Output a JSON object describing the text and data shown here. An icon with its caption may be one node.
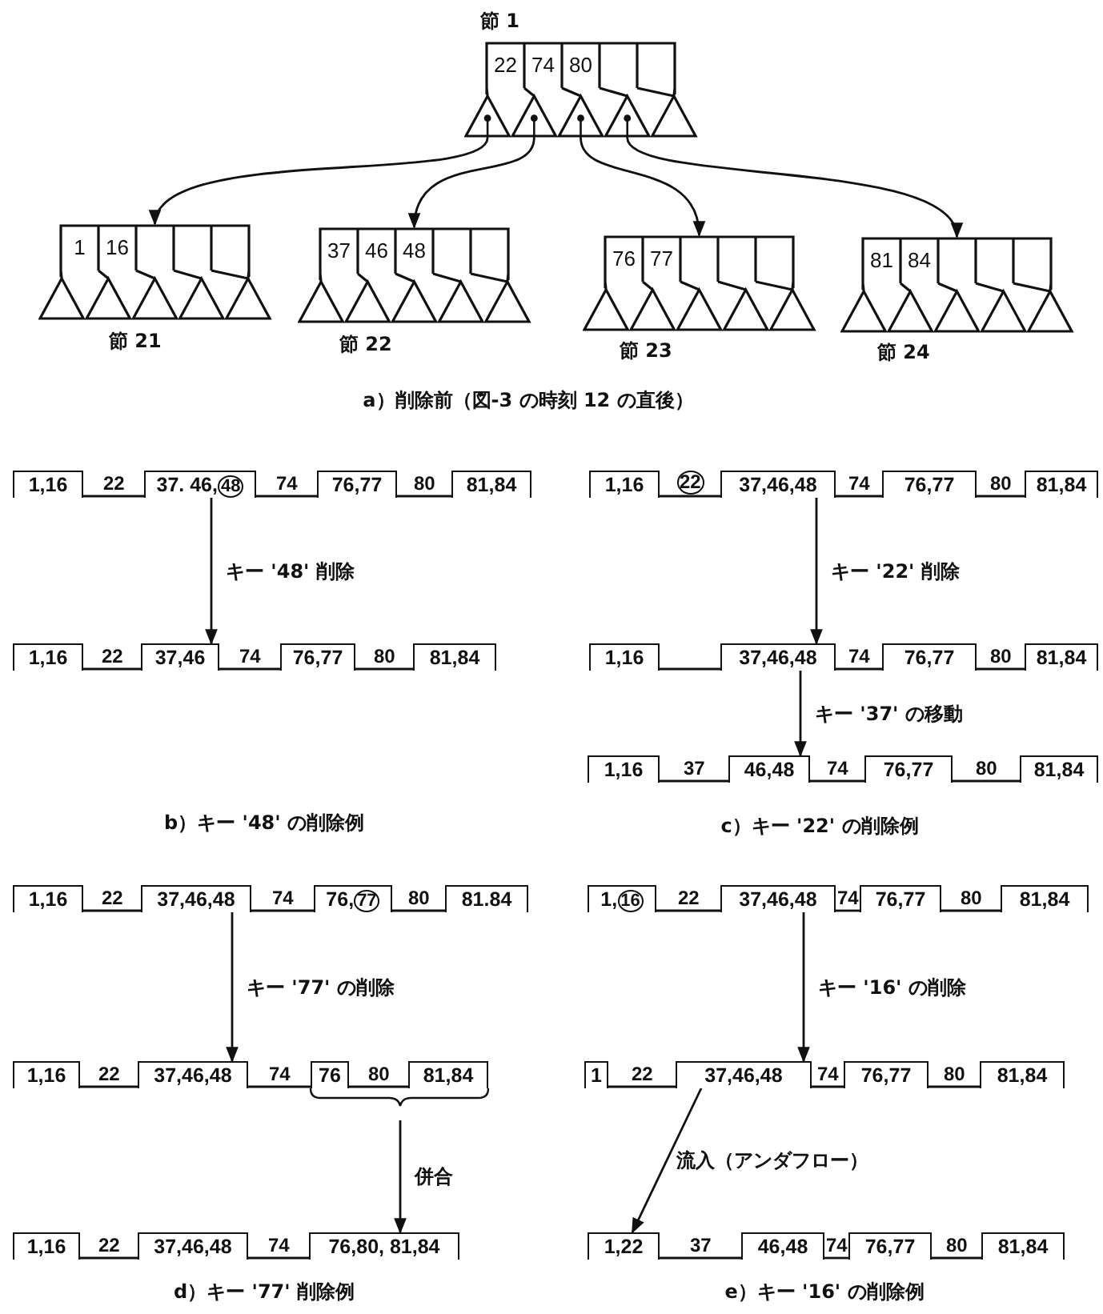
{
  "diagram": {
    "nodes": [
      {
        "text": [
          "22",
          "74",
          "80"
        ],
        "beside": [
          "節 1"
        ]
      },
      {
        "text": [
          "1",
          "16"
        ],
        "beside": [
          "節 21"
        ]
      },
      {
        "text": [
          "37",
          "46",
          "48"
        ],
        "beside": [
          "節 22"
        ]
      },
      {
        "text": [
          "76",
          "77"
        ],
        "beside": [
          "節 23"
        ]
      },
      {
        "text": [
          "81",
          "84"
        ],
        "beside": [
          "節 24"
        ]
      },
      {
        "text": [
          "1,16"
        ]
      },
      {
        "text": [
          "37. 46,",
          "48"
        ]
      },
      {
        "text": [
          "76,77"
        ]
      },
      {
        "text": [
          "81,84"
        ]
      },
      {
        "text": [
          "1,16"
        ]
      },
      {
        "text": [
          "37,46"
        ]
      },
      {
        "text": [
          "76,77"
        ]
      },
      {
        "text": [
          "81,84"
        ]
      },
      {
        "text": [
          "1,16"
        ]
      },
      {
        "text": [
          "37,46,48"
        ]
      },
      {
        "text": [
          "76,77"
        ]
      },
      {
        "text": [
          "81,84"
        ]
      },
      {
        "text": [
          "1,16"
        ]
      },
      {
        "text": [
          "37,46,48"
        ]
      },
      {
        "text": [
          "76,77"
        ]
      },
      {
        "text": [
          "81,84"
        ]
      },
      {
        "text": [
          "1,16"
        ]
      },
      {
        "text": [
          "46,48"
        ]
      },
      {
        "text": [
          "76,77"
        ]
      },
      {
        "text": [
          "81,84"
        ]
      },
      {
        "text": [
          "1,16"
        ]
      },
      {
        "text": [
          "37,46,48"
        ]
      },
      {
        "text": [
          "76,",
          "77"
        ]
      },
      {
        "text": [
          "81.84"
        ]
      },
      {
        "text": [
          "1,16"
        ]
      },
      {
        "text": [
          "37,46,48"
        ]
      },
      {
        "text": [
          "76"
        ]
      },
      {
        "text": [
          "81,84"
        ]
      },
      {
        "text": [
          "1,16"
        ]
      },
      {
        "text": [
          "37,46,48"
        ]
      },
      {
        "text": [
          "76,80, 81,84"
        ]
      },
      {
        "text": [
          "1,",
          "16"
        ]
      },
      {
        "text": [
          "37,46,48"
        ]
      },
      {
        "text": [
          "76,77"
        ]
      },
      {
        "text": [
          "81,84"
        ]
      },
      {
        "text": [
          "1"
        ]
      },
      {
        "text": [
          "37,46,48"
        ]
      },
      {
        "text": [
          "76,77"
        ]
      },
      {
        "text": [
          "81,84"
        ]
      },
      {
        "text": [
          "1,22"
        ]
      },
      {
        "text": [
          "46,48"
        ]
      },
      {
        "text": [
          "76,77"
        ]
      },
      {
        "text": [
          "81,84"
        ]
      }
    ],
    "edges": [
      {
        "from": 0,
        "to": 1,
        "arrow": "to"
      },
      {
        "from": 0,
        "to": 2,
        "arrow": "to"
      },
      {
        "from": 0,
        "to": 3,
        "arrow": "to"
      },
      {
        "from": 0,
        "to": 4,
        "arrow": "to"
      },
      {
        "from": 5,
        "to": 6,
        "arrow": "none",
        "label": "22"
      },
      {
        "from": 6,
        "to": 7,
        "arrow": "none",
        "label": "74"
      },
      {
        "from": 7,
        "to": 8,
        "arrow": "none",
        "label": "80"
      },
      {
        "from": 9,
        "to": 10,
        "arrow": "none",
        "label": "22"
      },
      {
        "from": 10,
        "to": 11,
        "arrow": "none",
        "label": "74"
      },
      {
        "from": 11,
        "to": 12,
        "arrow": "none",
        "label": "80"
      },
      {
        "from": 13,
        "to": 14,
        "arrow": "none",
        "label": "22"
      },
      {
        "from": 14,
        "to": 15,
        "arrow": "none",
        "label": "74"
      },
      {
        "from": 15,
        "to": 16,
        "arrow": "none",
        "label": "80"
      },
      {
        "from": 17,
        "to": 18,
        "arrow": "none"
      },
      {
        "from": 18,
        "to": 19,
        "arrow": "none",
        "label": "74"
      },
      {
        "from": 19,
        "to": 20,
        "arrow": "none",
        "label": "80"
      },
      {
        "from": 21,
        "to": 22,
        "arrow": "none",
        "label": "37"
      },
      {
        "from": 22,
        "to": 23,
        "arrow": "none",
        "label": "74"
      },
      {
        "from": 23,
        "to": 24,
        "arrow": "none",
        "label": "80"
      },
      {
        "from": 25,
        "to": 26,
        "arrow": "none",
        "label": "22"
      },
      {
        "from": 26,
        "to": 27,
        "arrow": "none",
        "label": "74"
      },
      {
        "from": 27,
        "to": 28,
        "arrow": "none",
        "label": "80"
      },
      {
        "from": 29,
        "to": 30,
        "arrow": "none",
        "label": "22"
      },
      {
        "from": 30,
        "to": 31,
        "arrow": "none",
        "label": "74"
      },
      {
        "from": 31,
        "to": 32,
        "arrow": "none",
        "label": "80"
      },
      {
        "from": 33,
        "to": 34,
        "arrow": "none",
        "label": "22"
      },
      {
        "from": 34,
        "to": 35,
        "arrow": "none",
        "label": "74"
      },
      {
        "from": 36,
        "to": 37,
        "arrow": "none",
        "label": "22"
      },
      {
        "from": 37,
        "to": 38,
        "arrow": "none",
        "label": "74"
      },
      {
        "from": 38,
        "to": 39,
        "arrow": "none",
        "label": "80"
      },
      {
        "from": 40,
        "to": 41,
        "arrow": "none",
        "label": "22"
      },
      {
        "from": 41,
        "to": 42,
        "arrow": "none",
        "label": "74"
      },
      {
        "from": 42,
        "to": 43,
        "arrow": "none",
        "label": "80"
      },
      {
        "from": 44,
        "to": 45,
        "arrow": "none",
        "label": "37"
      },
      {
        "from": 45,
        "to": 46,
        "arrow": "none",
        "label": "74"
      },
      {
        "from": 46,
        "to": 47,
        "arrow": "none",
        "label": "80"
      },
      {
        "from": 6,
        "to": 10,
        "arrow": "to",
        "label": "キー '48' 削除"
      },
      {
        "from": 14,
        "to": 18,
        "arrow": "to",
        "label": "キー '22' 削除"
      },
      {
        "from": 18,
        "to": 22,
        "arrow": "to",
        "label": "キー '37' の移動"
      },
      {
        "from": 26,
        "to": 30,
        "arrow": "to",
        "label": "キー '77' の削除"
      },
      {
        "from": null,
        "to": 35,
        "arrow": "to",
        "label": "併合"
      },
      {
        "from": 37,
        "to": 41,
        "arrow": "to",
        "label": "キー '16' の削除"
      },
      {
        "from": 41,
        "to": 44,
        "arrow": "to",
        "label": "流入（アンダフロー）"
      }
    ],
    "labels": [
      "a）削除前（図-3 の時刻 12 の直後）",
      "b）キー '48' の削除例",
      "c）キー '22' の削除例",
      "d）キー '77' 削除例",
      "e）キー '16' の削除例"
    ]
  }
}
